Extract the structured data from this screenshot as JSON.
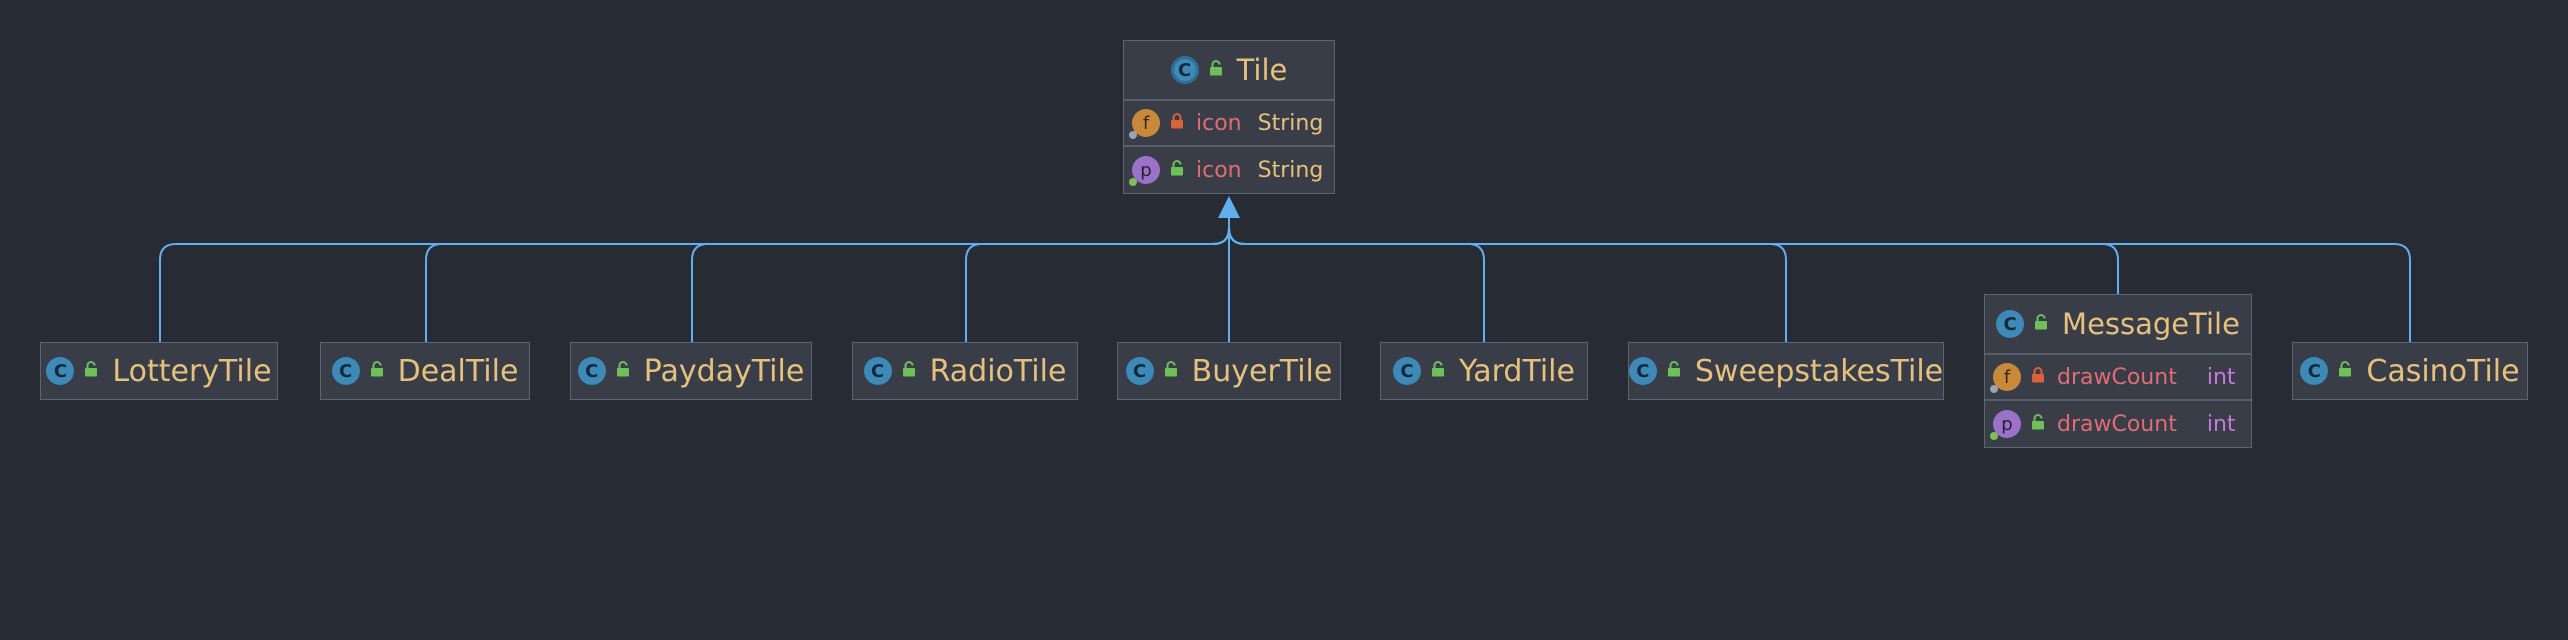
{
  "diagram": {
    "root": {
      "name": "Tile",
      "members": [
        {
          "kind": "f",
          "access": "private",
          "name": "icon",
          "type": "String"
        },
        {
          "kind": "p",
          "access": "public",
          "name": "icon",
          "type": "String"
        }
      ]
    },
    "children": [
      {
        "name": "LotteryTile"
      },
      {
        "name": "DealTile"
      },
      {
        "name": "PaydayTile"
      },
      {
        "name": "RadioTile"
      },
      {
        "name": "BuyerTile"
      },
      {
        "name": "YardTile"
      },
      {
        "name": "SweepstakesTile"
      },
      {
        "name": "MessageTile",
        "members": [
          {
            "kind": "f",
            "access": "private",
            "name": "drawCount",
            "type": "int"
          },
          {
            "kind": "p",
            "access": "public",
            "name": "drawCount",
            "type": "int"
          }
        ]
      },
      {
        "name": "CasinoTile"
      }
    ],
    "badge_letters": {
      "class": "C",
      "field": "f",
      "property": "p"
    },
    "colors": {
      "background": "#272b33",
      "node_fill": "#383d47",
      "node_border": "#5f6570",
      "class_name": "#e5c17c",
      "member_name": "#e06c75",
      "type_name": "#e5c17c",
      "keyword_type": "#c678dd",
      "edge": "#61afef",
      "lock_private": "#d9623b",
      "lock_public": "#6fbf5a"
    }
  }
}
